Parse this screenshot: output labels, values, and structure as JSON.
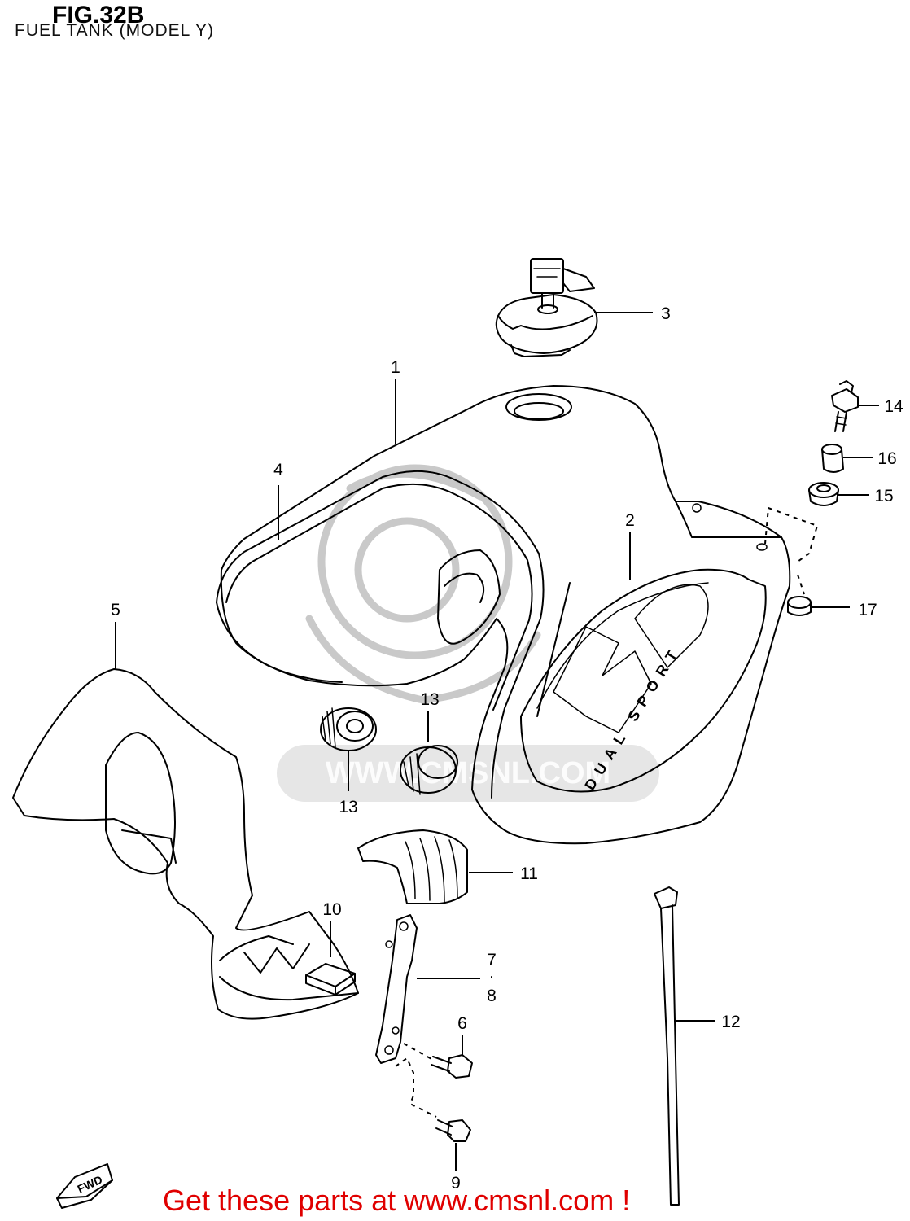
{
  "figure": {
    "title": "FIG.32B",
    "subtitle": "FUEL TANK (MODEL Y)"
  },
  "callouts": {
    "c1": "1",
    "c2": "2",
    "c3": "3",
    "c4": "4",
    "c5": "5",
    "c6": "6",
    "c7": "7",
    "c7_sep": "·",
    "c8": "8",
    "c9": "9",
    "c10": "10",
    "c11": "11",
    "c12": "12",
    "c13a": "13",
    "c13b": "13",
    "c14": "14",
    "c15": "15",
    "c16": "16",
    "c17": "17"
  },
  "tank_decal": {
    "side_text": "DUAL SPORT"
  },
  "fwd_arrow": {
    "label": "FWD"
  },
  "watermark": {
    "text": "WWW.CMSNL.COM",
    "color": "#c9c9c9"
  },
  "footer": {
    "text": "Get these parts at www.cmsnl.com !",
    "color": "#e00000"
  }
}
